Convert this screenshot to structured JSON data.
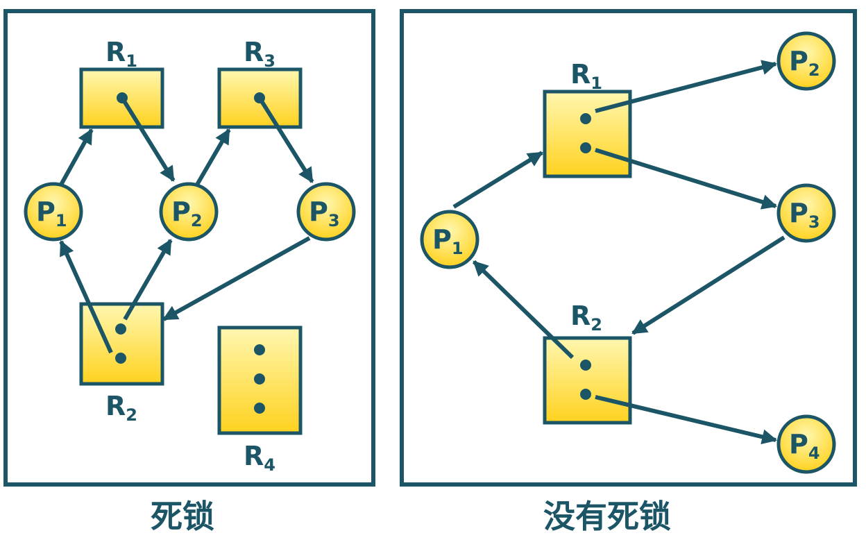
{
  "panels": [
    {
      "caption": "死锁",
      "resources": [
        {
          "letter": "R",
          "sub": "1"
        },
        {
          "letter": "R",
          "sub": "3"
        },
        {
          "letter": "R",
          "sub": "2"
        },
        {
          "letter": "R",
          "sub": "4"
        }
      ],
      "processes": [
        {
          "letter": "P",
          "sub": "1"
        },
        {
          "letter": "P",
          "sub": "2"
        },
        {
          "letter": "P",
          "sub": "3"
        }
      ]
    },
    {
      "caption": "没有死锁",
      "resources": [
        {
          "letter": "R",
          "sub": "1"
        },
        {
          "letter": "R",
          "sub": "2"
        }
      ],
      "processes": [
        {
          "letter": "P",
          "sub": "1"
        },
        {
          "letter": "P",
          "sub": "2"
        },
        {
          "letter": "P",
          "sub": "3"
        },
        {
          "letter": "P",
          "sub": "4"
        }
      ]
    }
  ],
  "colors": {
    "stroke": "#1b5566",
    "fill_top": "#fff7b0",
    "fill_bottom": "#ffd21f"
  }
}
